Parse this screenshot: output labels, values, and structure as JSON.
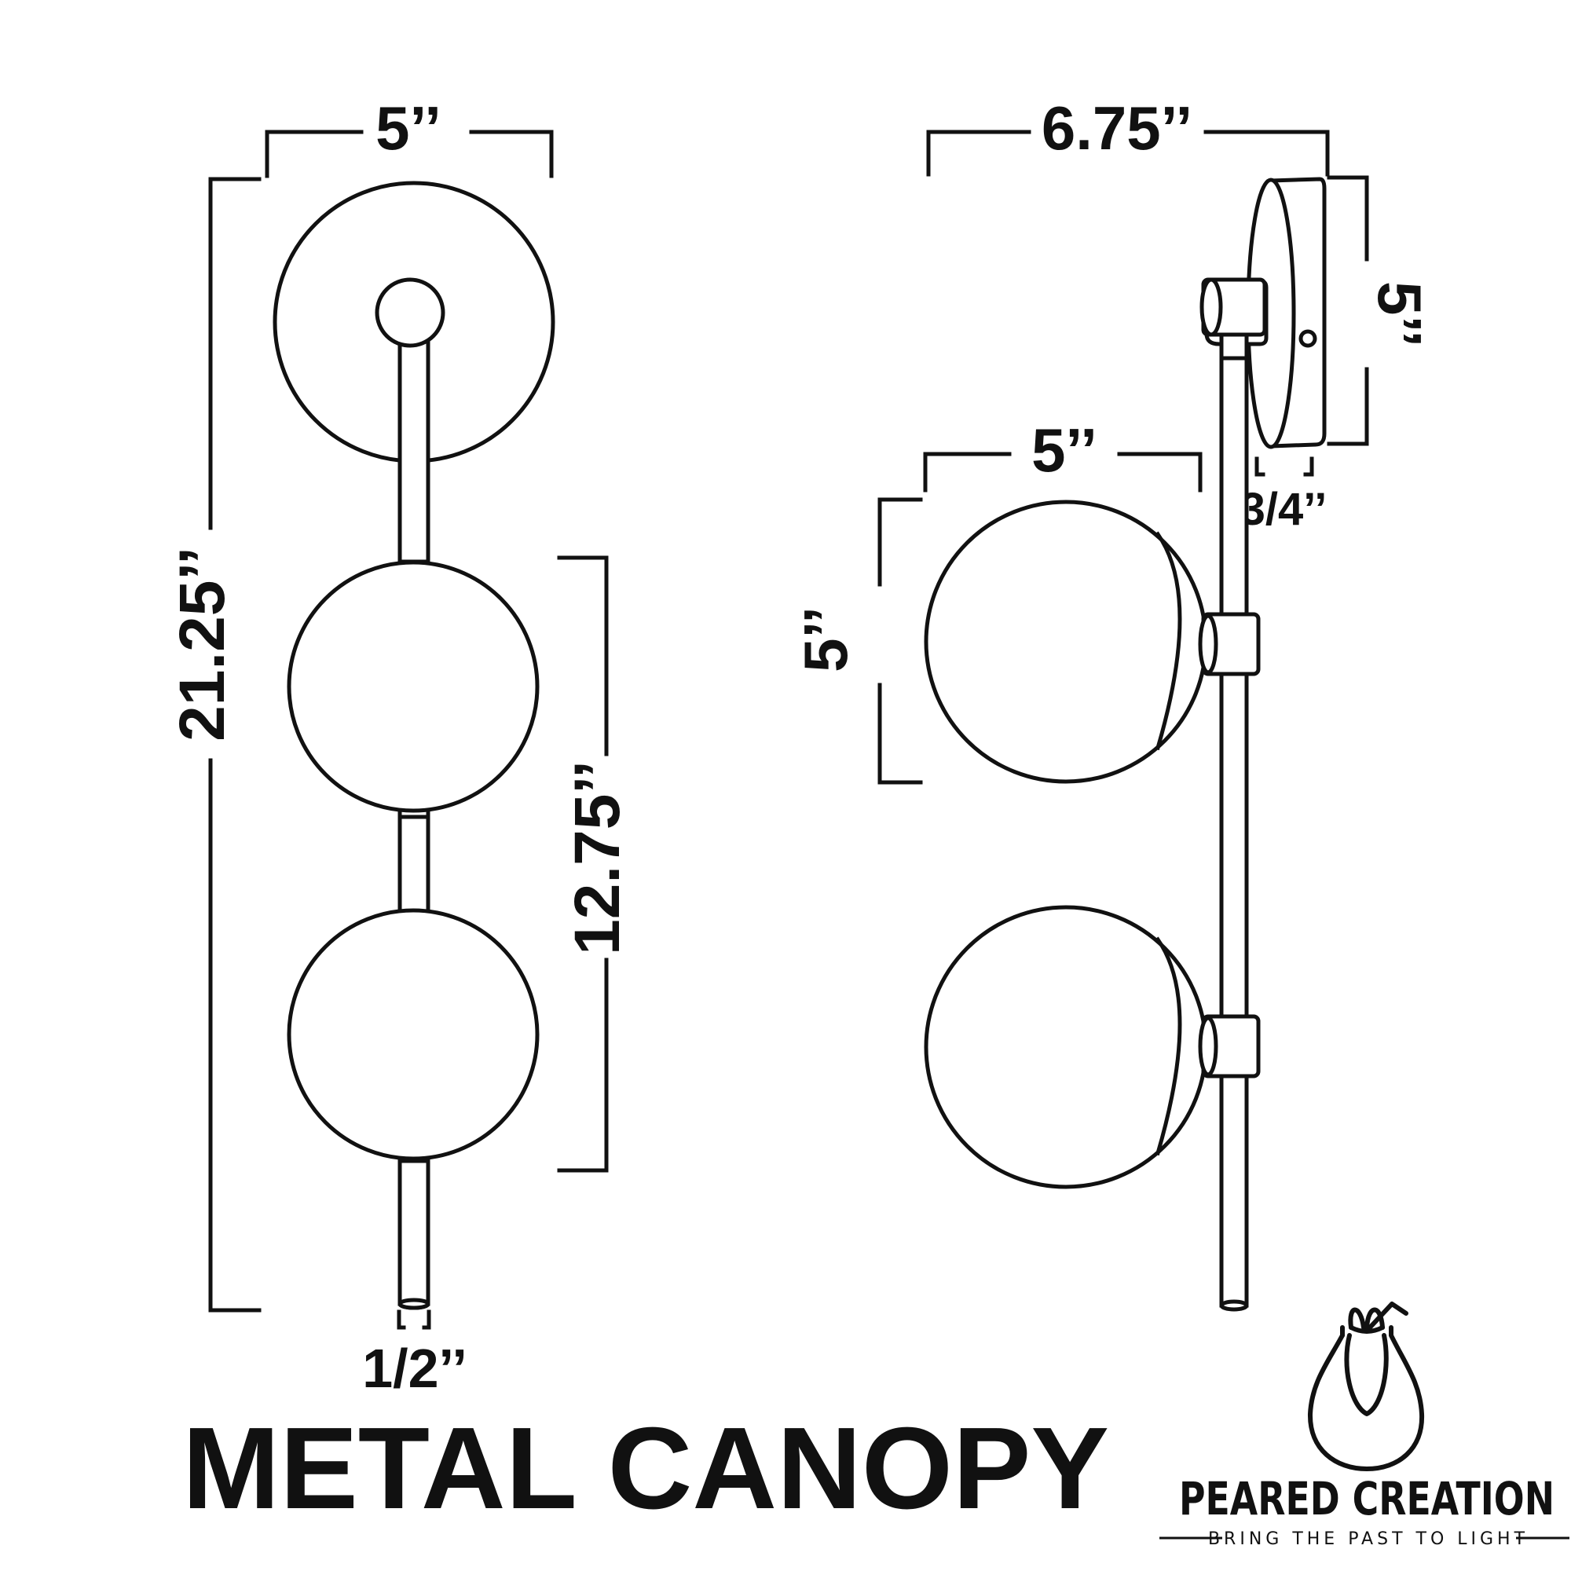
{
  "front_view": {
    "width_label": "5’’",
    "height_label": "21.25’’",
    "globe_span_label": "12.75’’",
    "rod_label": "1/2’’"
  },
  "side_view": {
    "depth_label": "6.75’’",
    "canopy_label": "5’’",
    "canopy_depth_label": "3/4’’",
    "globe_width_label": "5’’",
    "globe_height_label": "5’’"
  },
  "title": "METAL CANOPY",
  "brand": {
    "name": "PEARED CREATION",
    "tagline": "BRING THE PAST TO LIGHT"
  }
}
